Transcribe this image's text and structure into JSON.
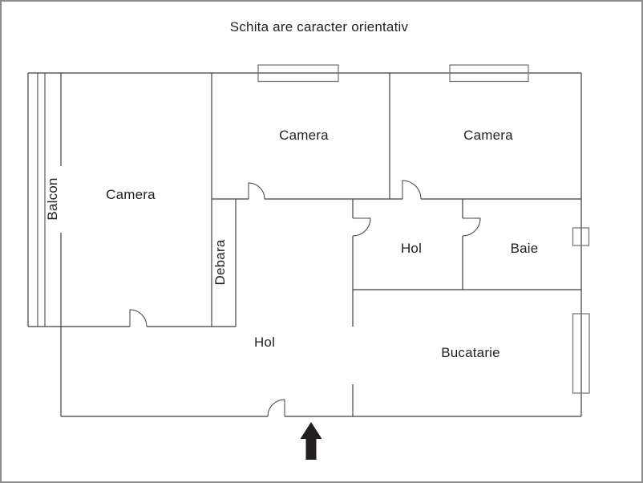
{
  "title": "Schita are caracter orientativ",
  "diagram_type": "apartment-floor-plan",
  "rooms": {
    "balcon": {
      "label": "Balcon",
      "orientation": "vertical"
    },
    "camera_left": {
      "label": "Camera",
      "orientation": "horizontal"
    },
    "camera_mid": {
      "label": "Camera",
      "orientation": "horizontal"
    },
    "camera_right": {
      "label": "Camera",
      "orientation": "horizontal"
    },
    "debara": {
      "label": "Debara",
      "orientation": "vertical"
    },
    "hol_mid": {
      "label": "Hol",
      "orientation": "horizontal"
    },
    "baie": {
      "label": "Baie",
      "orientation": "horizontal"
    },
    "hol_bottom": {
      "label": "Hol",
      "orientation": "horizontal"
    },
    "bucatarie": {
      "label": "Bucatarie",
      "orientation": "horizontal"
    }
  },
  "symbols": {
    "entrance_arrow": "up-arrow-entrance-marker",
    "doors": 6,
    "windows": 4
  },
  "colors": {
    "wall": "#3f3f3f",
    "window": "#7a7a7a",
    "text": "#231f20",
    "arrow": "#231f20",
    "frame": "#8c8c8c",
    "background": "#ffffff"
  }
}
